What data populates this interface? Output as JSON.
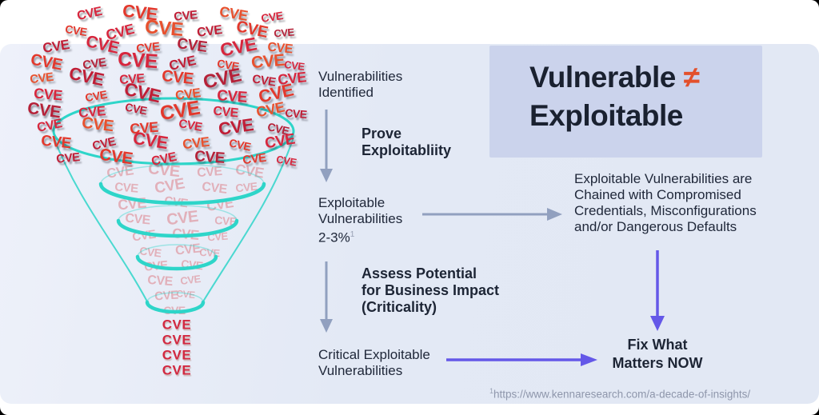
{
  "colors": {
    "panel_bg": "#e3e9f5",
    "header_box_bg": "#cbd3ec",
    "text_dark": "#20283a",
    "arrow_gray": "#91a0bf",
    "arrow_purple": "#6458e8",
    "teal": "#2ed5c9",
    "neq_orange": "#e3502c",
    "footnote_gray": "#8e96ab"
  },
  "header": {
    "title_line1": "Vulnerable",
    "neq": "≠",
    "title_line2": "Exploitable"
  },
  "flow": {
    "step1": {
      "lines": [
        "Vulnerabilities",
        "Identified"
      ]
    },
    "action1": {
      "lines": [
        "Prove",
        "Exploitabliity"
      ]
    },
    "step2": {
      "lines": [
        "Exploitable",
        "Vulnerabilities"
      ],
      "pct": "2-3%",
      "sup": "1"
    },
    "action2": {
      "lines": [
        "Assess Potential",
        "for Business Impact",
        "(Criticality)"
      ]
    },
    "step3": {
      "lines": [
        "Critical Exploitable",
        "Vulnerabilities"
      ]
    }
  },
  "right": {
    "paragraph": {
      "lines": [
        "Exploitable Vulnerabilities are",
        "Chained with Compromised",
        "Credentials, Misconfigurations",
        "and/or Dangerous Defaults"
      ]
    },
    "fix": {
      "lines": [
        "Fix What",
        "Matters NOW"
      ]
    }
  },
  "footnote": {
    "sup": "1",
    "text": "https://www.kennaresearch.com/a-decade-of-insights/"
  },
  "funnel": {
    "cve_label": "CVE",
    "palette_bright": [
      "#d7263d",
      "#c01e36",
      "#e3382c",
      "#e8512e",
      "#b52138"
    ],
    "color_faded": "#dd8089",
    "color_out": "#d22840",
    "cloud_bright": [
      [
        112,
        18,
        -12,
        16,
        0
      ],
      [
        175,
        16,
        7,
        22,
        2
      ],
      [
        232,
        20,
        -5,
        15,
        1
      ],
      [
        292,
        17,
        10,
        18,
        3
      ],
      [
        340,
        21,
        -8,
        14,
        0
      ],
      [
        95,
        38,
        9,
        14,
        2
      ],
      [
        150,
        40,
        -14,
        18,
        0
      ],
      [
        205,
        36,
        5,
        24,
        3
      ],
      [
        262,
        40,
        -7,
        16,
        1
      ],
      [
        315,
        37,
        12,
        20,
        2
      ],
      [
        355,
        41,
        -4,
        13,
        4
      ],
      [
        70,
        58,
        -9,
        17,
        1
      ],
      [
        128,
        56,
        13,
        21,
        0
      ],
      [
        185,
        60,
        -6,
        15,
        2
      ],
      [
        240,
        57,
        8,
        19,
        4
      ],
      [
        298,
        59,
        -11,
        23,
        0
      ],
      [
        350,
        61,
        6,
        16,
        3
      ],
      [
        58,
        78,
        11,
        20,
        2
      ],
      [
        118,
        80,
        -8,
        15,
        4
      ],
      [
        172,
        76,
        4,
        25,
        0
      ],
      [
        228,
        79,
        -13,
        17,
        1
      ],
      [
        285,
        81,
        9,
        14,
        2
      ],
      [
        335,
        77,
        -5,
        21,
        3
      ],
      [
        368,
        82,
        7,
        13,
        0
      ],
      [
        52,
        98,
        -7,
        15,
        3
      ],
      [
        108,
        96,
        12,
        22,
        1
      ],
      [
        165,
        100,
        -4,
        16,
        0
      ],
      [
        222,
        97,
        6,
        20,
        2
      ],
      [
        278,
        99,
        -12,
        24,
        4
      ],
      [
        330,
        101,
        9,
        15,
        1
      ],
      [
        365,
        98,
        -6,
        18,
        0
      ],
      [
        60,
        118,
        5,
        18,
        0
      ],
      [
        120,
        120,
        -10,
        14,
        2
      ],
      [
        178,
        116,
        13,
        23,
        1
      ],
      [
        235,
        119,
        -7,
        16,
        3
      ],
      [
        290,
        121,
        4,
        19,
        0
      ],
      [
        345,
        117,
        -13,
        22,
        2
      ],
      [
        55,
        138,
        8,
        21,
        4
      ],
      [
        115,
        140,
        -5,
        17,
        0
      ],
      [
        170,
        136,
        11,
        14,
        1
      ],
      [
        225,
        139,
        -9,
        25,
        2
      ],
      [
        282,
        141,
        6,
        16,
        0
      ],
      [
        338,
        137,
        -12,
        18,
        3
      ],
      [
        370,
        142,
        5,
        14,
        1
      ],
      [
        62,
        158,
        -11,
        16,
        0
      ],
      [
        122,
        156,
        7,
        20,
        3
      ],
      [
        180,
        160,
        -4,
        18,
        2
      ],
      [
        238,
        157,
        10,
        15,
        0
      ],
      [
        295,
        159,
        -8,
        22,
        1
      ],
      [
        348,
        161,
        13,
        14,
        4
      ],
      [
        70,
        178,
        6,
        19,
        2
      ],
      [
        130,
        180,
        -13,
        15,
        1
      ],
      [
        188,
        176,
        9,
        22,
        0
      ],
      [
        245,
        179,
        -6,
        17,
        3
      ],
      [
        300,
        181,
        12,
        14,
        2
      ],
      [
        350,
        177,
        -9,
        19,
        0
      ],
      [
        85,
        198,
        -5,
        15,
        1
      ],
      [
        145,
        196,
        8,
        21,
        2
      ],
      [
        205,
        200,
        -12,
        16,
        0
      ],
      [
        262,
        197,
        4,
        19,
        4
      ],
      [
        318,
        199,
        -7,
        15,
        2
      ],
      [
        358,
        201,
        10,
        13,
        0
      ]
    ],
    "cloud_faded": [
      [
        150,
        215,
        -8,
        17
      ],
      [
        205,
        213,
        6,
        20
      ],
      [
        262,
        216,
        -4,
        16
      ],
      [
        312,
        214,
        9,
        18
      ],
      [
        158,
        235,
        5,
        15
      ],
      [
        212,
        233,
        -10,
        19
      ],
      [
        268,
        236,
        7,
        16
      ],
      [
        308,
        234,
        -6,
        14
      ],
      [
        165,
        255,
        -5,
        18
      ],
      [
        220,
        253,
        8,
        15
      ],
      [
        275,
        256,
        -9,
        17
      ],
      [
        172,
        275,
        6,
        16
      ],
      [
        228,
        273,
        -7,
        20
      ],
      [
        282,
        276,
        4,
        14
      ],
      [
        180,
        295,
        -8,
        15
      ],
      [
        232,
        293,
        5,
        17
      ],
      [
        272,
        296,
        -4,
        13
      ],
      [
        188,
        315,
        7,
        14
      ],
      [
        235,
        313,
        -6,
        16
      ],
      [
        262,
        316,
        3,
        13
      ],
      [
        195,
        333,
        -5,
        15
      ],
      [
        240,
        331,
        6,
        14
      ],
      [
        200,
        352,
        4,
        16
      ],
      [
        238,
        350,
        -7,
        13
      ],
      [
        208,
        370,
        -4,
        15
      ],
      [
        232,
        368,
        5,
        12
      ],
      [
        218,
        388,
        0,
        14
      ]
    ],
    "cloud_out": [
      [
        221,
        406,
        0,
        17
      ],
      [
        221,
        425,
        0,
        17
      ],
      [
        221,
        444,
        0,
        17
      ],
      [
        221,
        463,
        0,
        17
      ]
    ]
  }
}
